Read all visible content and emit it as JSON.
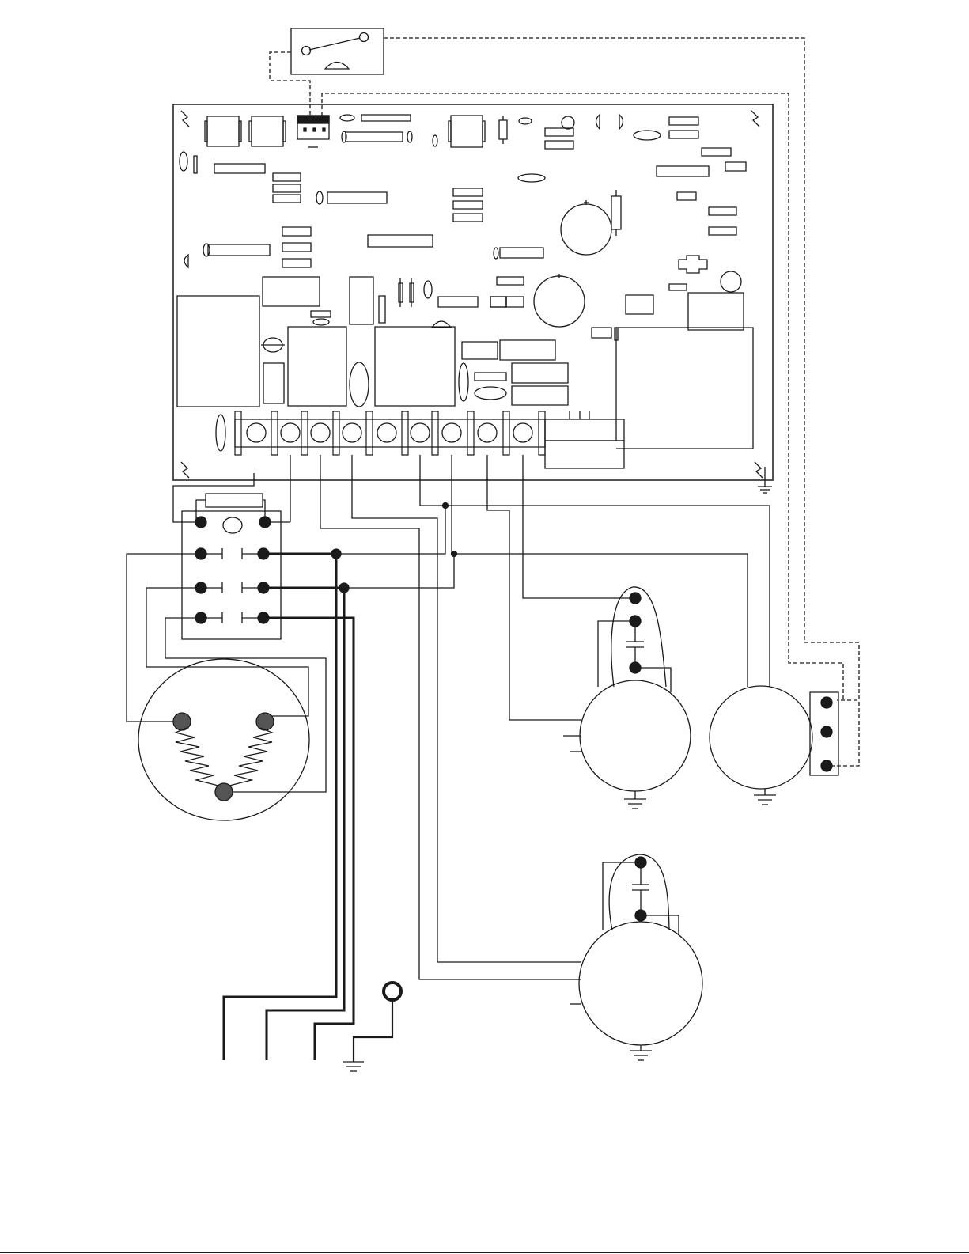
{
  "diagram": {
    "kind": "wiring-schematic",
    "line_color": "#1a1a1a",
    "fill_color": "#ffffff",
    "dashed_wire_style": "dashed",
    "components": [
      {
        "id": "float-switch",
        "icon": "switch-icon"
      },
      {
        "id": "control-board",
        "icon": "circuit-board-icon"
      },
      {
        "id": "terminal-block",
        "terminal_count": 9
      },
      {
        "id": "relay",
        "contact_pairs": 3
      },
      {
        "id": "heater-element",
        "icon": "heater-coil-icon"
      },
      {
        "id": "motor-upper",
        "icon": "motor-icon"
      },
      {
        "id": "motor-right",
        "icon": "motor-icon",
        "terminals": 3
      },
      {
        "id": "motor-lower",
        "icon": "motor-icon"
      },
      {
        "id": "ground-ring",
        "icon": "ground-icon"
      }
    ],
    "supply_leads": 3
  }
}
